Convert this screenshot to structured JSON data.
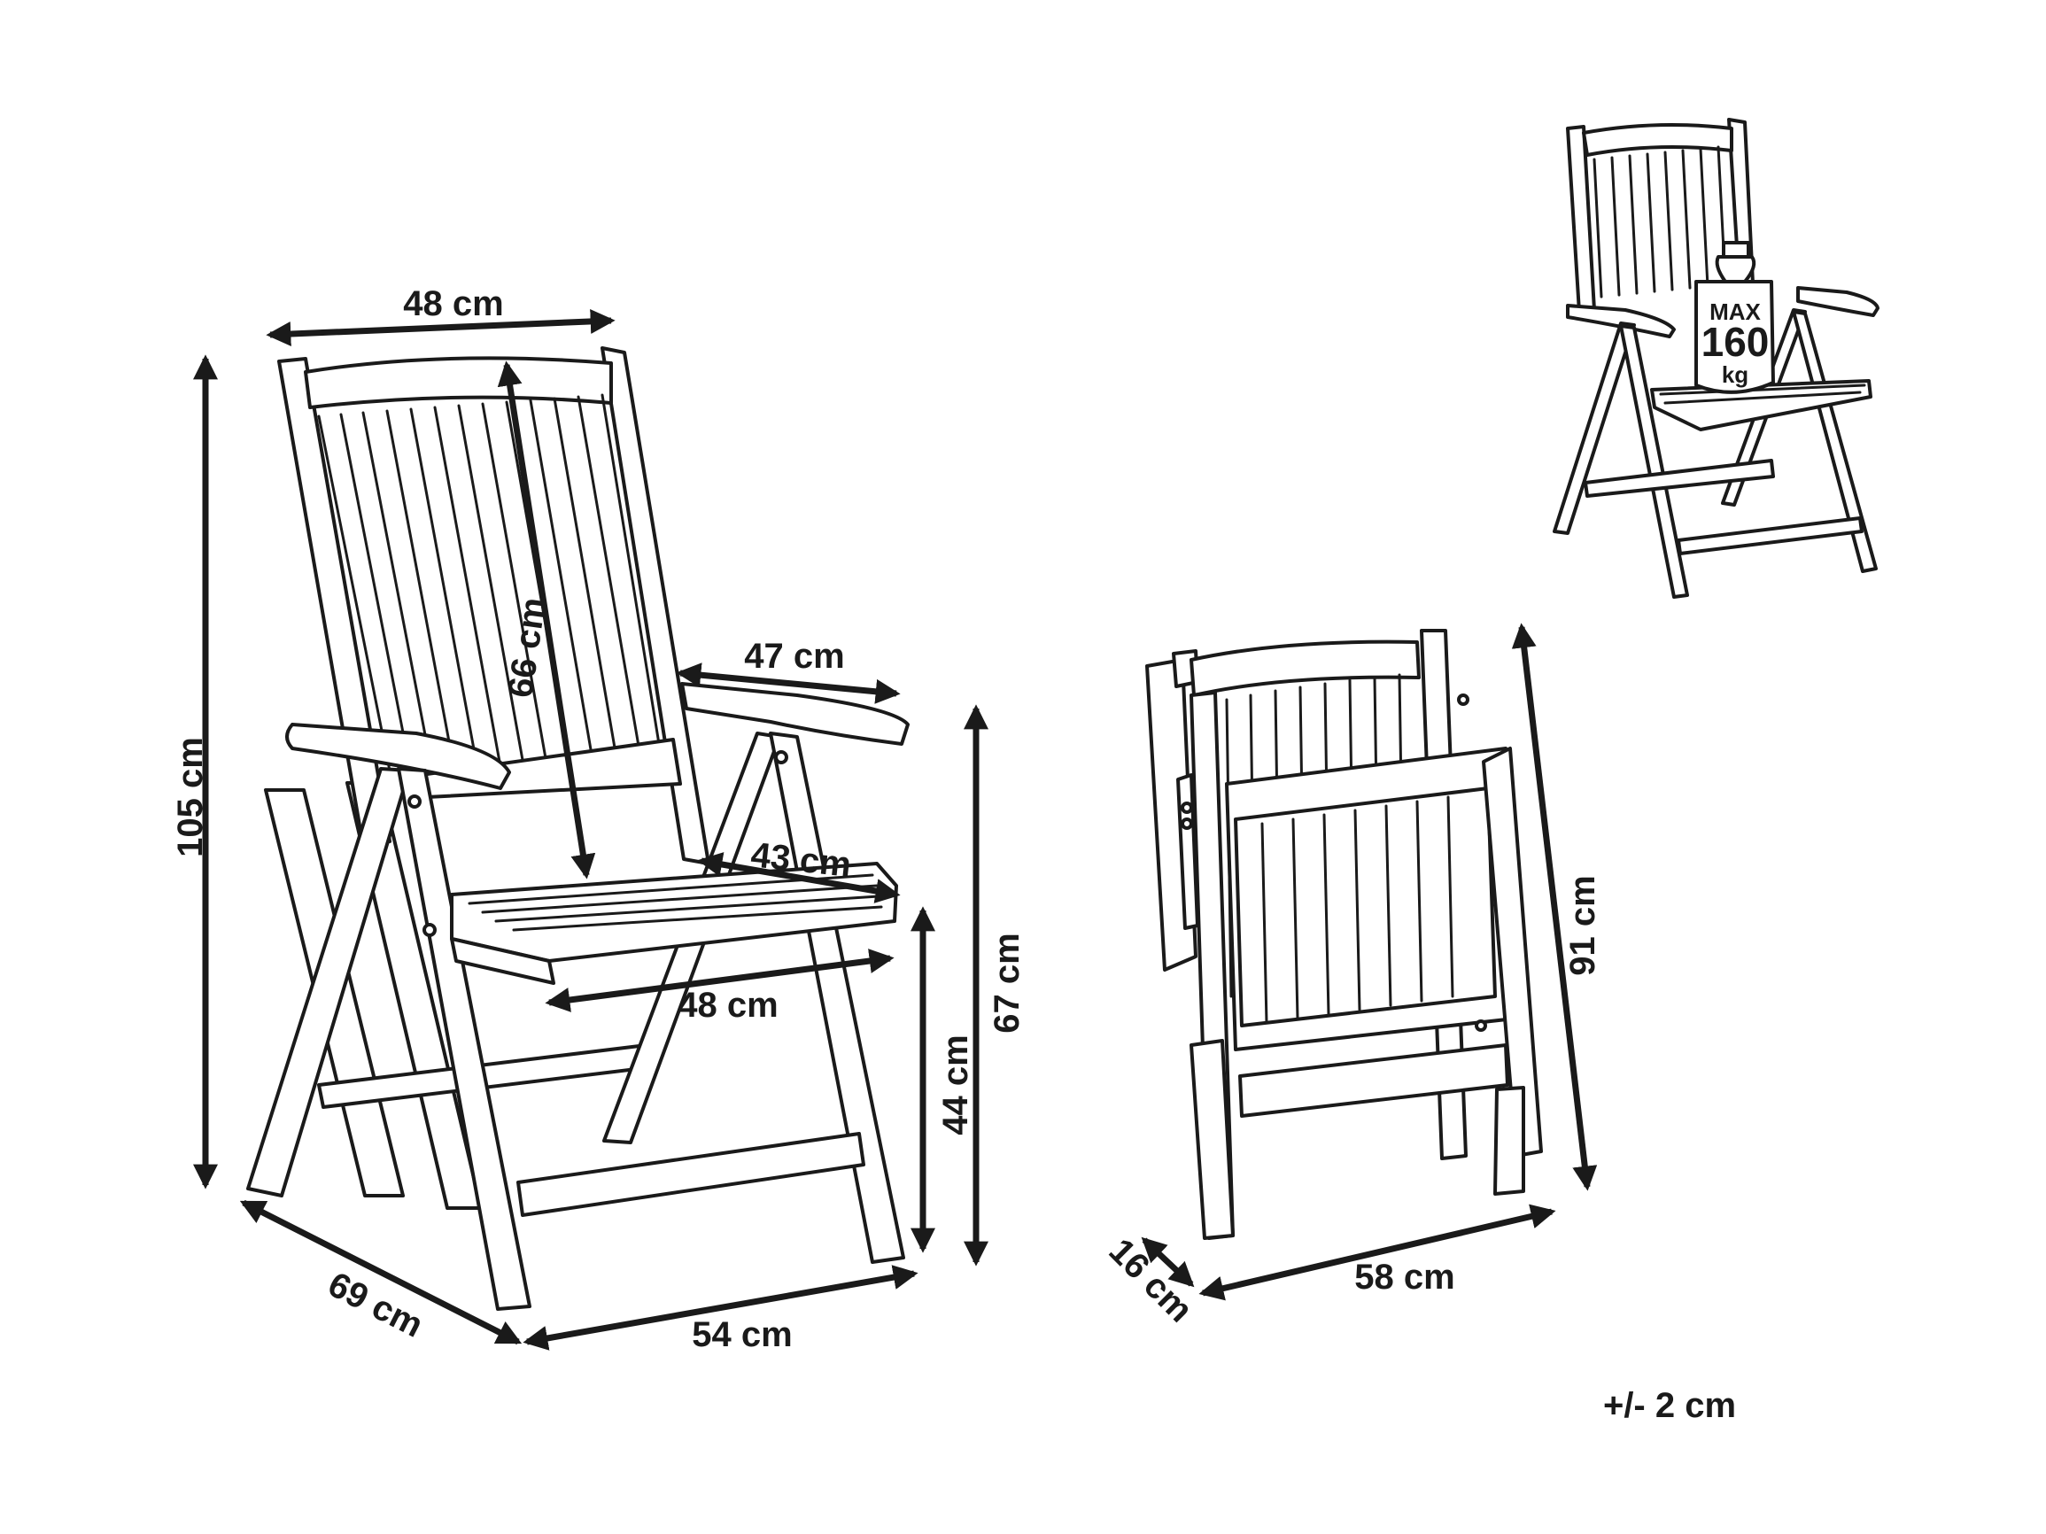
{
  "dimensions": {
    "back_width": "48 cm",
    "back_height": "66 cm",
    "total_height": "105 cm",
    "armrest_length": "47 cm",
    "seat_depth": "43 cm",
    "seat_width": "48 cm",
    "seat_height": "44 cm",
    "armrest_height": "67 cm",
    "depth": "69 cm",
    "width": "54 cm",
    "folded_thickness": "16 cm",
    "folded_width": "58 cm",
    "folded_height": "91 cm"
  },
  "load_label": {
    "line1": "MAX",
    "line2": "160",
    "line3": "kg"
  },
  "tolerance": "+/- 2 cm"
}
